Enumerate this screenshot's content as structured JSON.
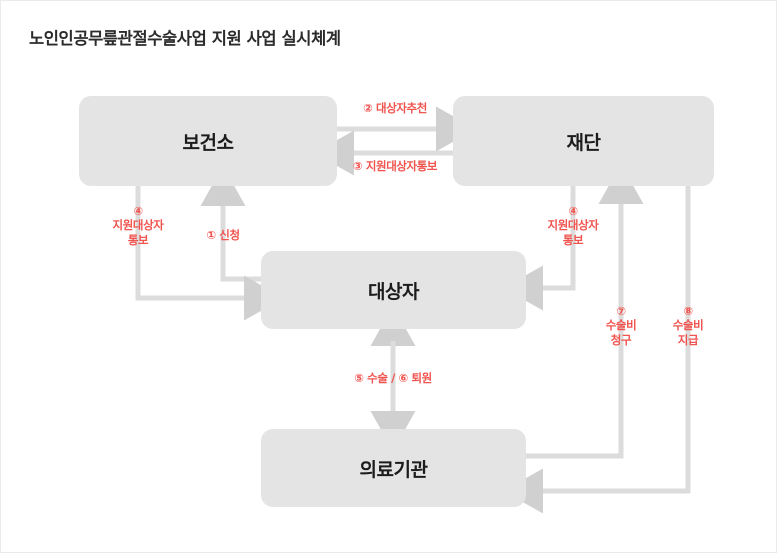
{
  "title": "노인인공무릎관절수술사업 지원 사업 실시체계",
  "colors": {
    "node_fill": "#e4e4e4",
    "connector": "#d6d6d6",
    "label_text": "#f0544f",
    "node_text": "#1c1c1c",
    "title_text": "#2b2b2b",
    "canvas_bg": "#ffffff"
  },
  "nodes": [
    {
      "id": "health-center",
      "label": "보건소"
    },
    {
      "id": "foundation",
      "label": "재단"
    },
    {
      "id": "beneficiary",
      "label": "대상자"
    },
    {
      "id": "medical-inst",
      "label": "의료기관"
    }
  ],
  "edges": [
    {
      "id": "step-1",
      "step": "①",
      "label": "① 신청",
      "text": "신청",
      "from": "beneficiary",
      "to": "health-center",
      "direction": "up"
    },
    {
      "id": "step-2",
      "step": "②",
      "label": "② 대상자추천",
      "text": "대상자추천",
      "from": "health-center",
      "to": "foundation",
      "direction": "right"
    },
    {
      "id": "step-3",
      "step": "③",
      "label": "③ 지원대상자통보",
      "text": "지원대상자통보",
      "from": "foundation",
      "to": "health-center",
      "direction": "left"
    },
    {
      "id": "step-4-left",
      "step": "④",
      "label": "④\n지원대상자\n통보",
      "text": "지원대상자 통보",
      "from": "health-center",
      "to": "beneficiary",
      "direction": "down-right"
    },
    {
      "id": "step-4-right",
      "step": "④",
      "label": "④\n지원대상자\n통보",
      "text": "지원대상자 통보",
      "from": "foundation",
      "to": "beneficiary",
      "direction": "down-left"
    },
    {
      "id": "step-5-6",
      "step": "⑤ / ⑥",
      "label": "⑤ 수술 / ⑥ 퇴원",
      "text": "수술 / 퇴원",
      "from": "beneficiary",
      "to": "medical-inst",
      "direction": "bidirectional"
    },
    {
      "id": "step-7",
      "step": "⑦",
      "label": "⑦\n수술비\n청구",
      "text": "수술비 청구",
      "from": "medical-inst",
      "to": "foundation",
      "direction": "up"
    },
    {
      "id": "step-8",
      "step": "⑧",
      "label": "⑧\n수술비\n지급",
      "text": "수술비 지급",
      "from": "foundation",
      "to": "medical-inst",
      "direction": "down-left"
    }
  ]
}
